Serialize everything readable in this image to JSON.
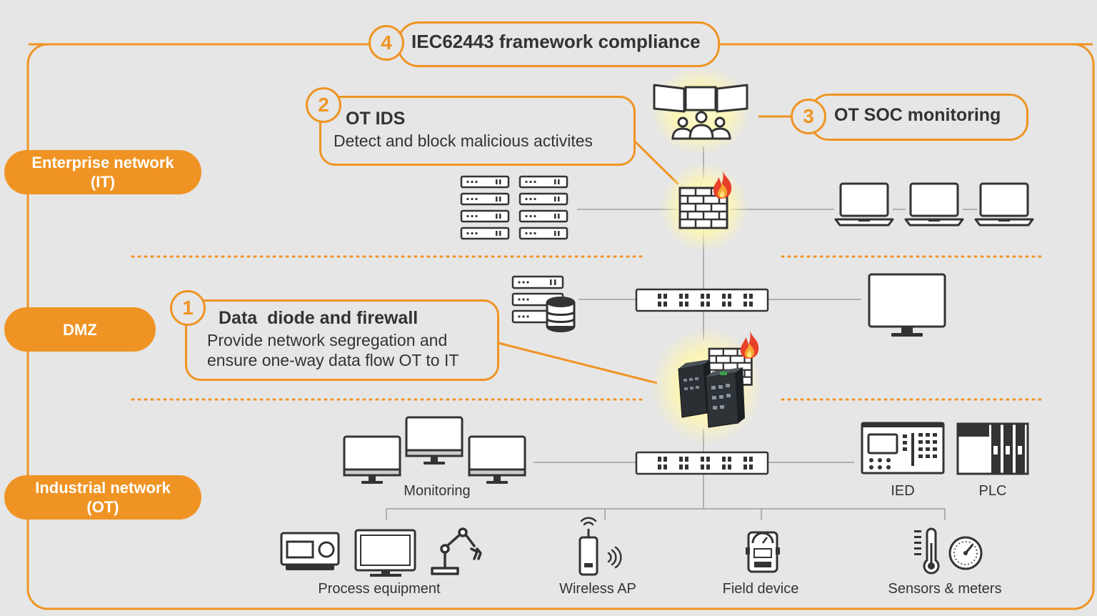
{
  "compliance": {
    "number": "4",
    "title": "IEC62443 framework compliance"
  },
  "zones": {
    "enterprise": {
      "line1": "Enterprise network",
      "line2": "(IT)"
    },
    "dmz": {
      "line1": "DMZ"
    },
    "industrial": {
      "line1": "Industrial network",
      "line2": "(OT)"
    }
  },
  "callouts": {
    "ids": {
      "number": "2",
      "title": "OT IDS",
      "text": "Detect and block malicious activites"
    },
    "soc": {
      "number": "3",
      "title": "OT SOC monitoring"
    },
    "diode": {
      "number": "1",
      "title": "Data  diode and firewall",
      "line1": "Provide network segregation and",
      "line2": "ensure one-way data flow OT to IT"
    }
  },
  "labels": {
    "monitoring": "Monitoring",
    "ied": "IED",
    "plc": "PLC",
    "process": "Process equipment",
    "wireless": "Wireless AP",
    "field": "Field device",
    "sensors": "Sensors & meters"
  },
  "colors": {
    "accent": "#ef9424",
    "icon": "#333333",
    "line": "#9e9e9e",
    "background": "#e6e6e6",
    "glow": "#fff7b0"
  }
}
